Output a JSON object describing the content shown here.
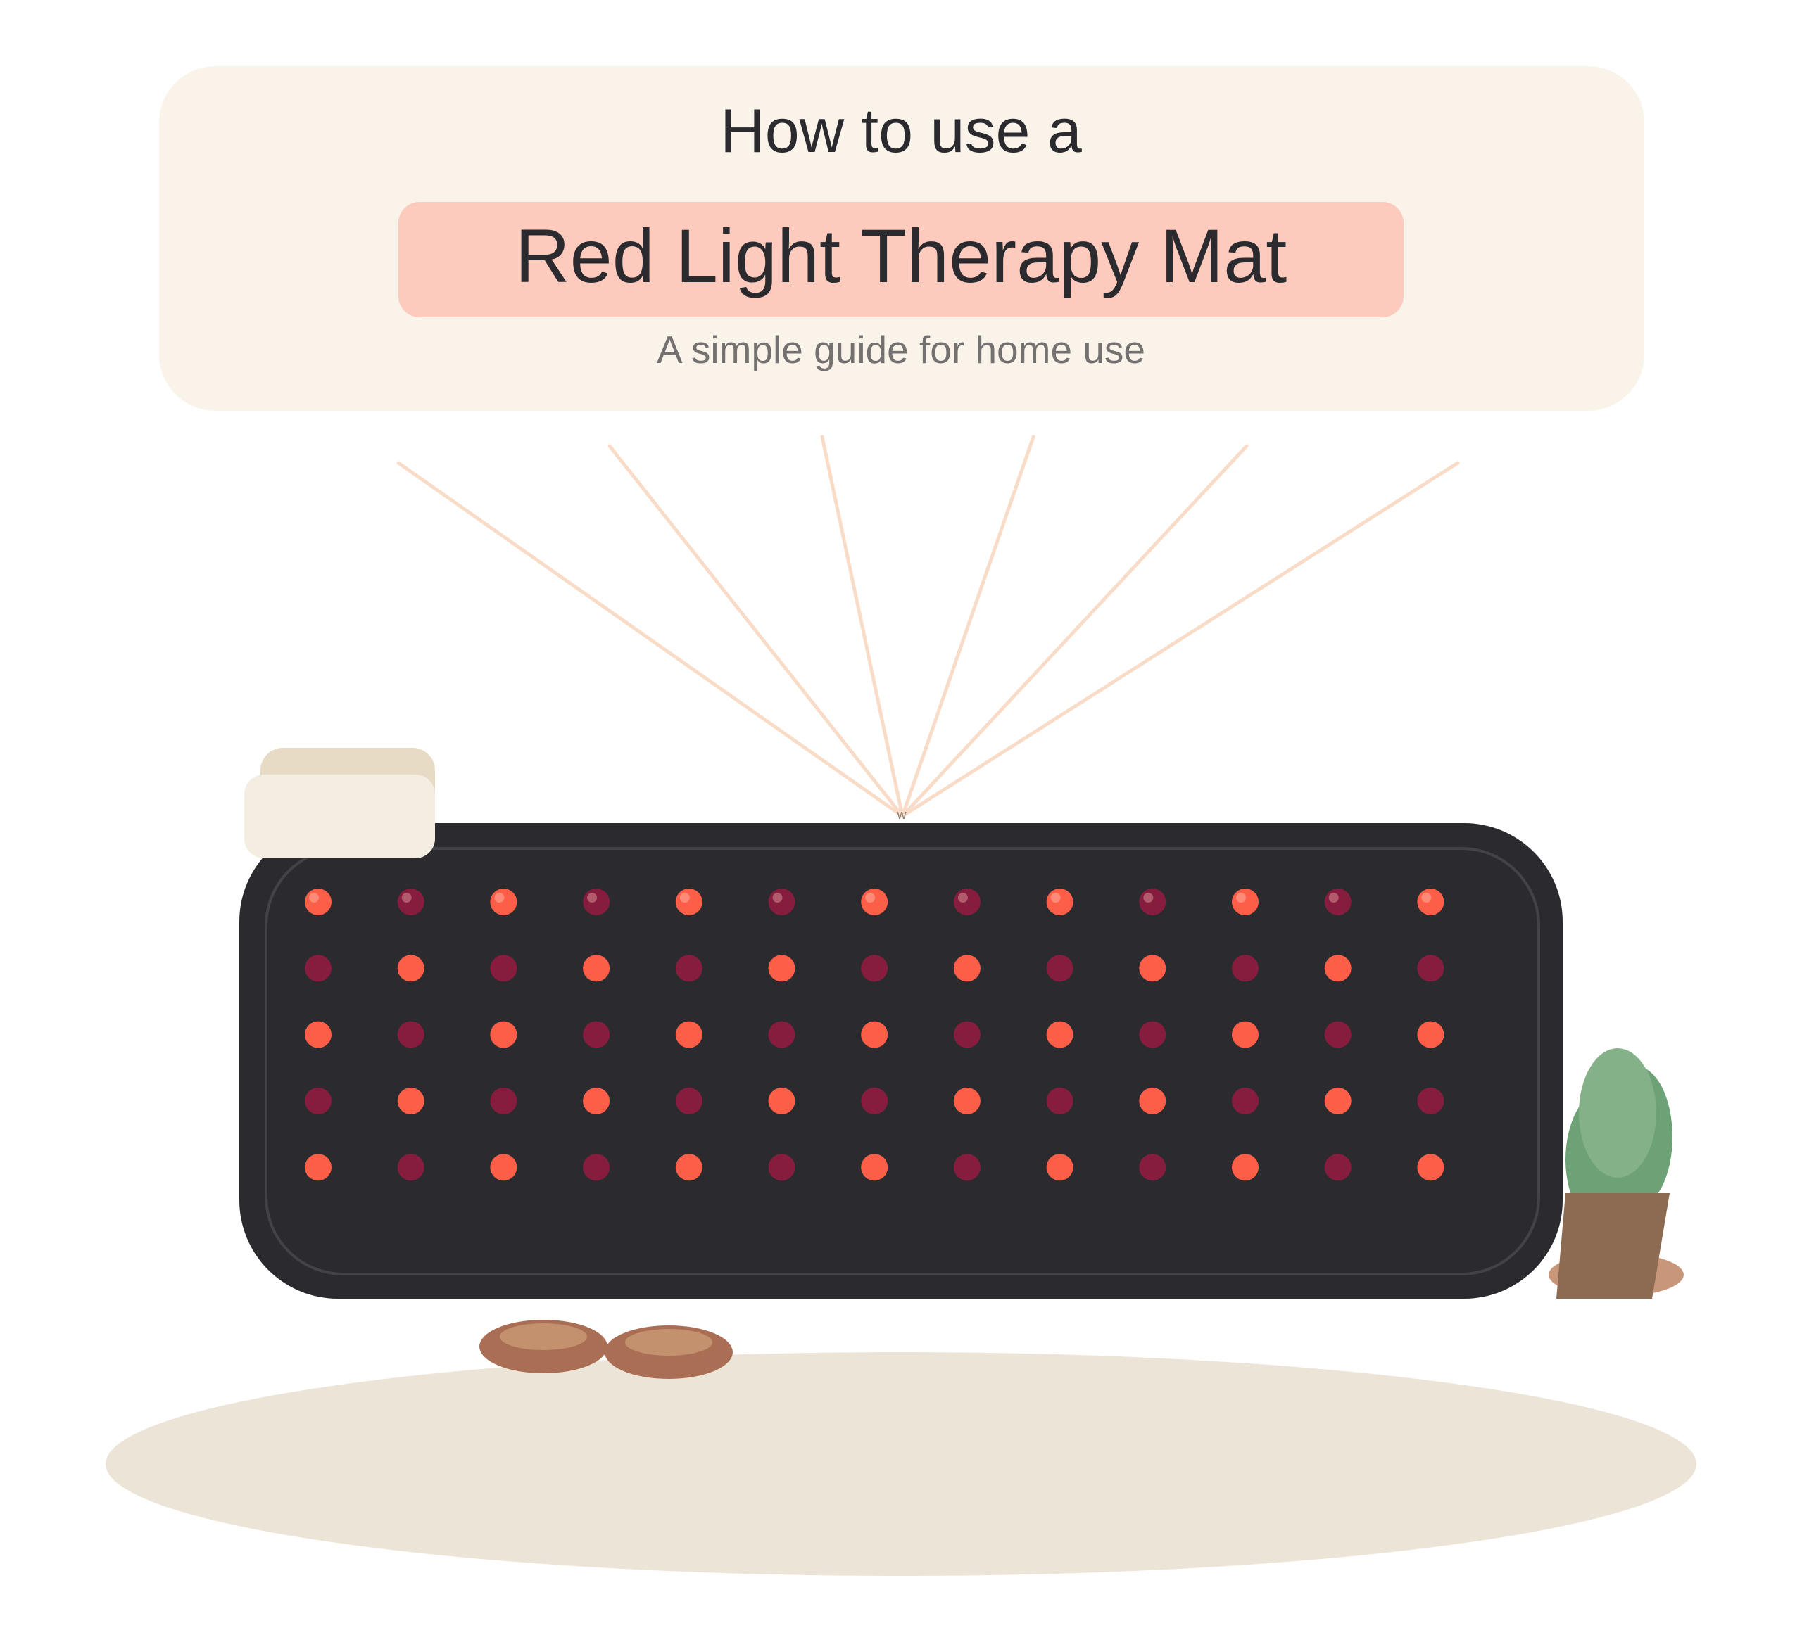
{
  "header": {
    "intro": "How to use a",
    "title": "Red Light Therapy Mat",
    "subtitle": "A simple guide for home use"
  },
  "illustration": {
    "icons": [
      "light-rays",
      "therapy-mat",
      "led-grid",
      "pillow",
      "potted-plant",
      "slippers",
      "floor-rug"
    ],
    "led_grid": {
      "rows": 5,
      "columns": 13
    },
    "colors": {
      "background": "#ffffff",
      "header_card": "#faf3ea",
      "title_pill": "#fccbbd",
      "text_dark": "#2b2a2e",
      "text_muted": "#747170",
      "mat": "#2b2a2e",
      "mat_border": "#434247",
      "led_bright": "#fd5e48",
      "led_dim": "#871d3e",
      "rays": "#f9dcc8",
      "pillow": "#f3ede2",
      "pillow_back": "#e7dbc6",
      "plant_leaf": "#84b187",
      "plant_leaf_dark": "#6da277",
      "pot": "#8c6b52",
      "slipper": "#a96e53",
      "slipper_inner": "#c4916f",
      "rug": "#ede4d8"
    }
  }
}
